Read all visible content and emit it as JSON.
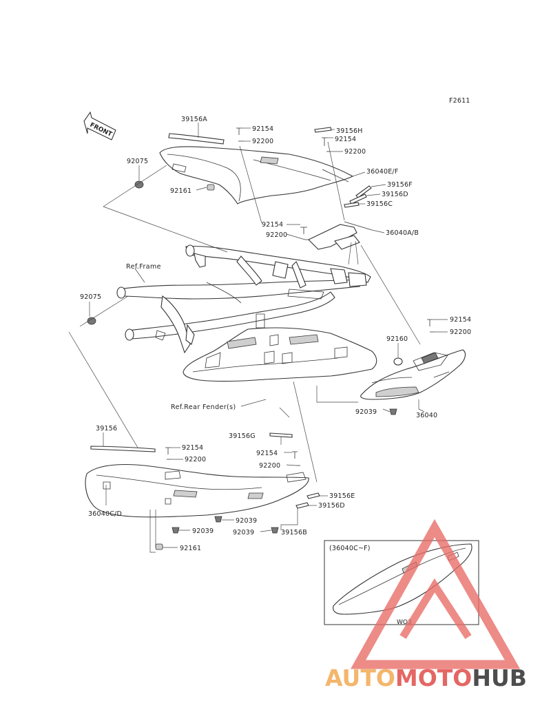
{
  "figure_code": "F2611",
  "front_label": "FRONT",
  "references": {
    "frame": "Ref.Frame",
    "rear_fender": "Ref.Rear Fender(s)"
  },
  "callouts": [
    {
      "id": "39156A",
      "text": "39156A"
    },
    {
      "id": "92154-top",
      "text": "92154"
    },
    {
      "id": "92200-top",
      "text": "92200"
    },
    {
      "id": "39156H",
      "text": "39156H"
    },
    {
      "id": "92154-topright",
      "text": "92154"
    },
    {
      "id": "92200-topright",
      "text": "92200"
    },
    {
      "id": "36040EF",
      "text": "36040E/F"
    },
    {
      "id": "92075-top",
      "text": "92075"
    },
    {
      "id": "92161-top",
      "text": "92161"
    },
    {
      "id": "39156F",
      "text": "39156F"
    },
    {
      "id": "39156D-top",
      "text": "39156D"
    },
    {
      "id": "39156C",
      "text": "39156C"
    },
    {
      "id": "92154-mid",
      "text": "92154"
    },
    {
      "id": "36040AB",
      "text": "36040A/B"
    },
    {
      "id": "92200-mid",
      "text": "92200"
    },
    {
      "id": "92075-left",
      "text": "92075"
    },
    {
      "id": "92154-right",
      "text": "92154"
    },
    {
      "id": "92200-right",
      "text": "92200"
    },
    {
      "id": "92160",
      "text": "92160"
    },
    {
      "id": "92039-right",
      "text": "92039"
    },
    {
      "id": "36040",
      "text": "36040"
    },
    {
      "id": "39156",
      "text": "39156"
    },
    {
      "id": "92154-lowleft",
      "text": "92154"
    },
    {
      "id": "92200-lowleft",
      "text": "92200"
    },
    {
      "id": "39156G",
      "text": "39156G"
    },
    {
      "id": "92154-lowmid",
      "text": "92154"
    },
    {
      "id": "92200-lowmid",
      "text": "92200"
    },
    {
      "id": "36040CD",
      "text": "36040C/D"
    },
    {
      "id": "39156E",
      "text": "39156E"
    },
    {
      "id": "39156D-low",
      "text": "39156D"
    },
    {
      "id": "92039-lowmid",
      "text": "92039"
    },
    {
      "id": "92039-lowleft",
      "text": "92039"
    },
    {
      "id": "92039-lowright",
      "text": "92039"
    },
    {
      "id": "39156B",
      "text": "39156B"
    },
    {
      "id": "92161-low",
      "text": "92161"
    }
  ],
  "inset": {
    "title": "(36040C~F)",
    "code": "WO3"
  },
  "watermark": {
    "part1": "AUTO",
    "part2": "MOTO",
    "part3": "HUB"
  },
  "colors": {
    "watermark_orange": "#f2b060",
    "watermark_red": "#e25b57",
    "watermark_dark": "#3e3e3e"
  }
}
